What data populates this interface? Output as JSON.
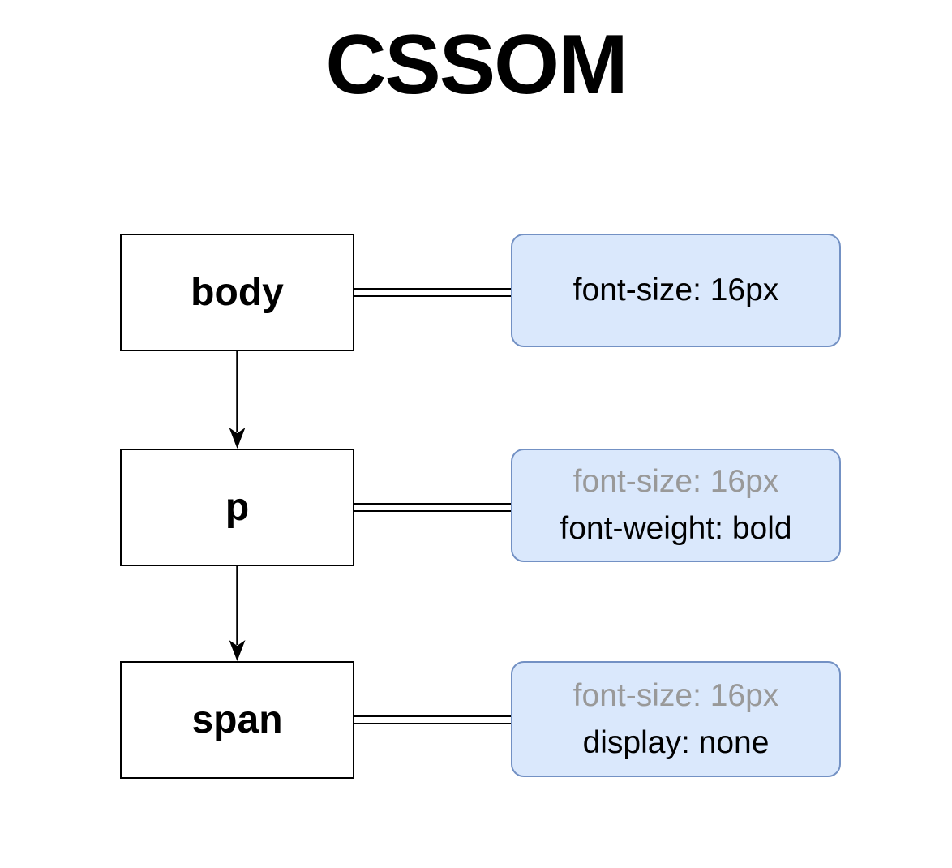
{
  "title": "CSSOM",
  "colors": {
    "node_box_fill": "#ffffff",
    "node_box_border": "#000000",
    "style_box_fill": "#dae8fc",
    "style_box_border": "#7391c4",
    "inherited_text": "#999999",
    "declared_text": "#000000"
  },
  "tree": {
    "rows": [
      {
        "node": "body",
        "styles": [
          {
            "text": "font-size: 16px",
            "inherited": false
          }
        ]
      },
      {
        "node": "p",
        "styles": [
          {
            "text": "font-size: 16px",
            "inherited": true
          },
          {
            "text": "font-weight: bold",
            "inherited": false
          }
        ]
      },
      {
        "node": "span",
        "styles": [
          {
            "text": "font-size: 16px",
            "inherited": true
          },
          {
            "text": "display: none",
            "inherited": false
          }
        ]
      }
    ]
  }
}
